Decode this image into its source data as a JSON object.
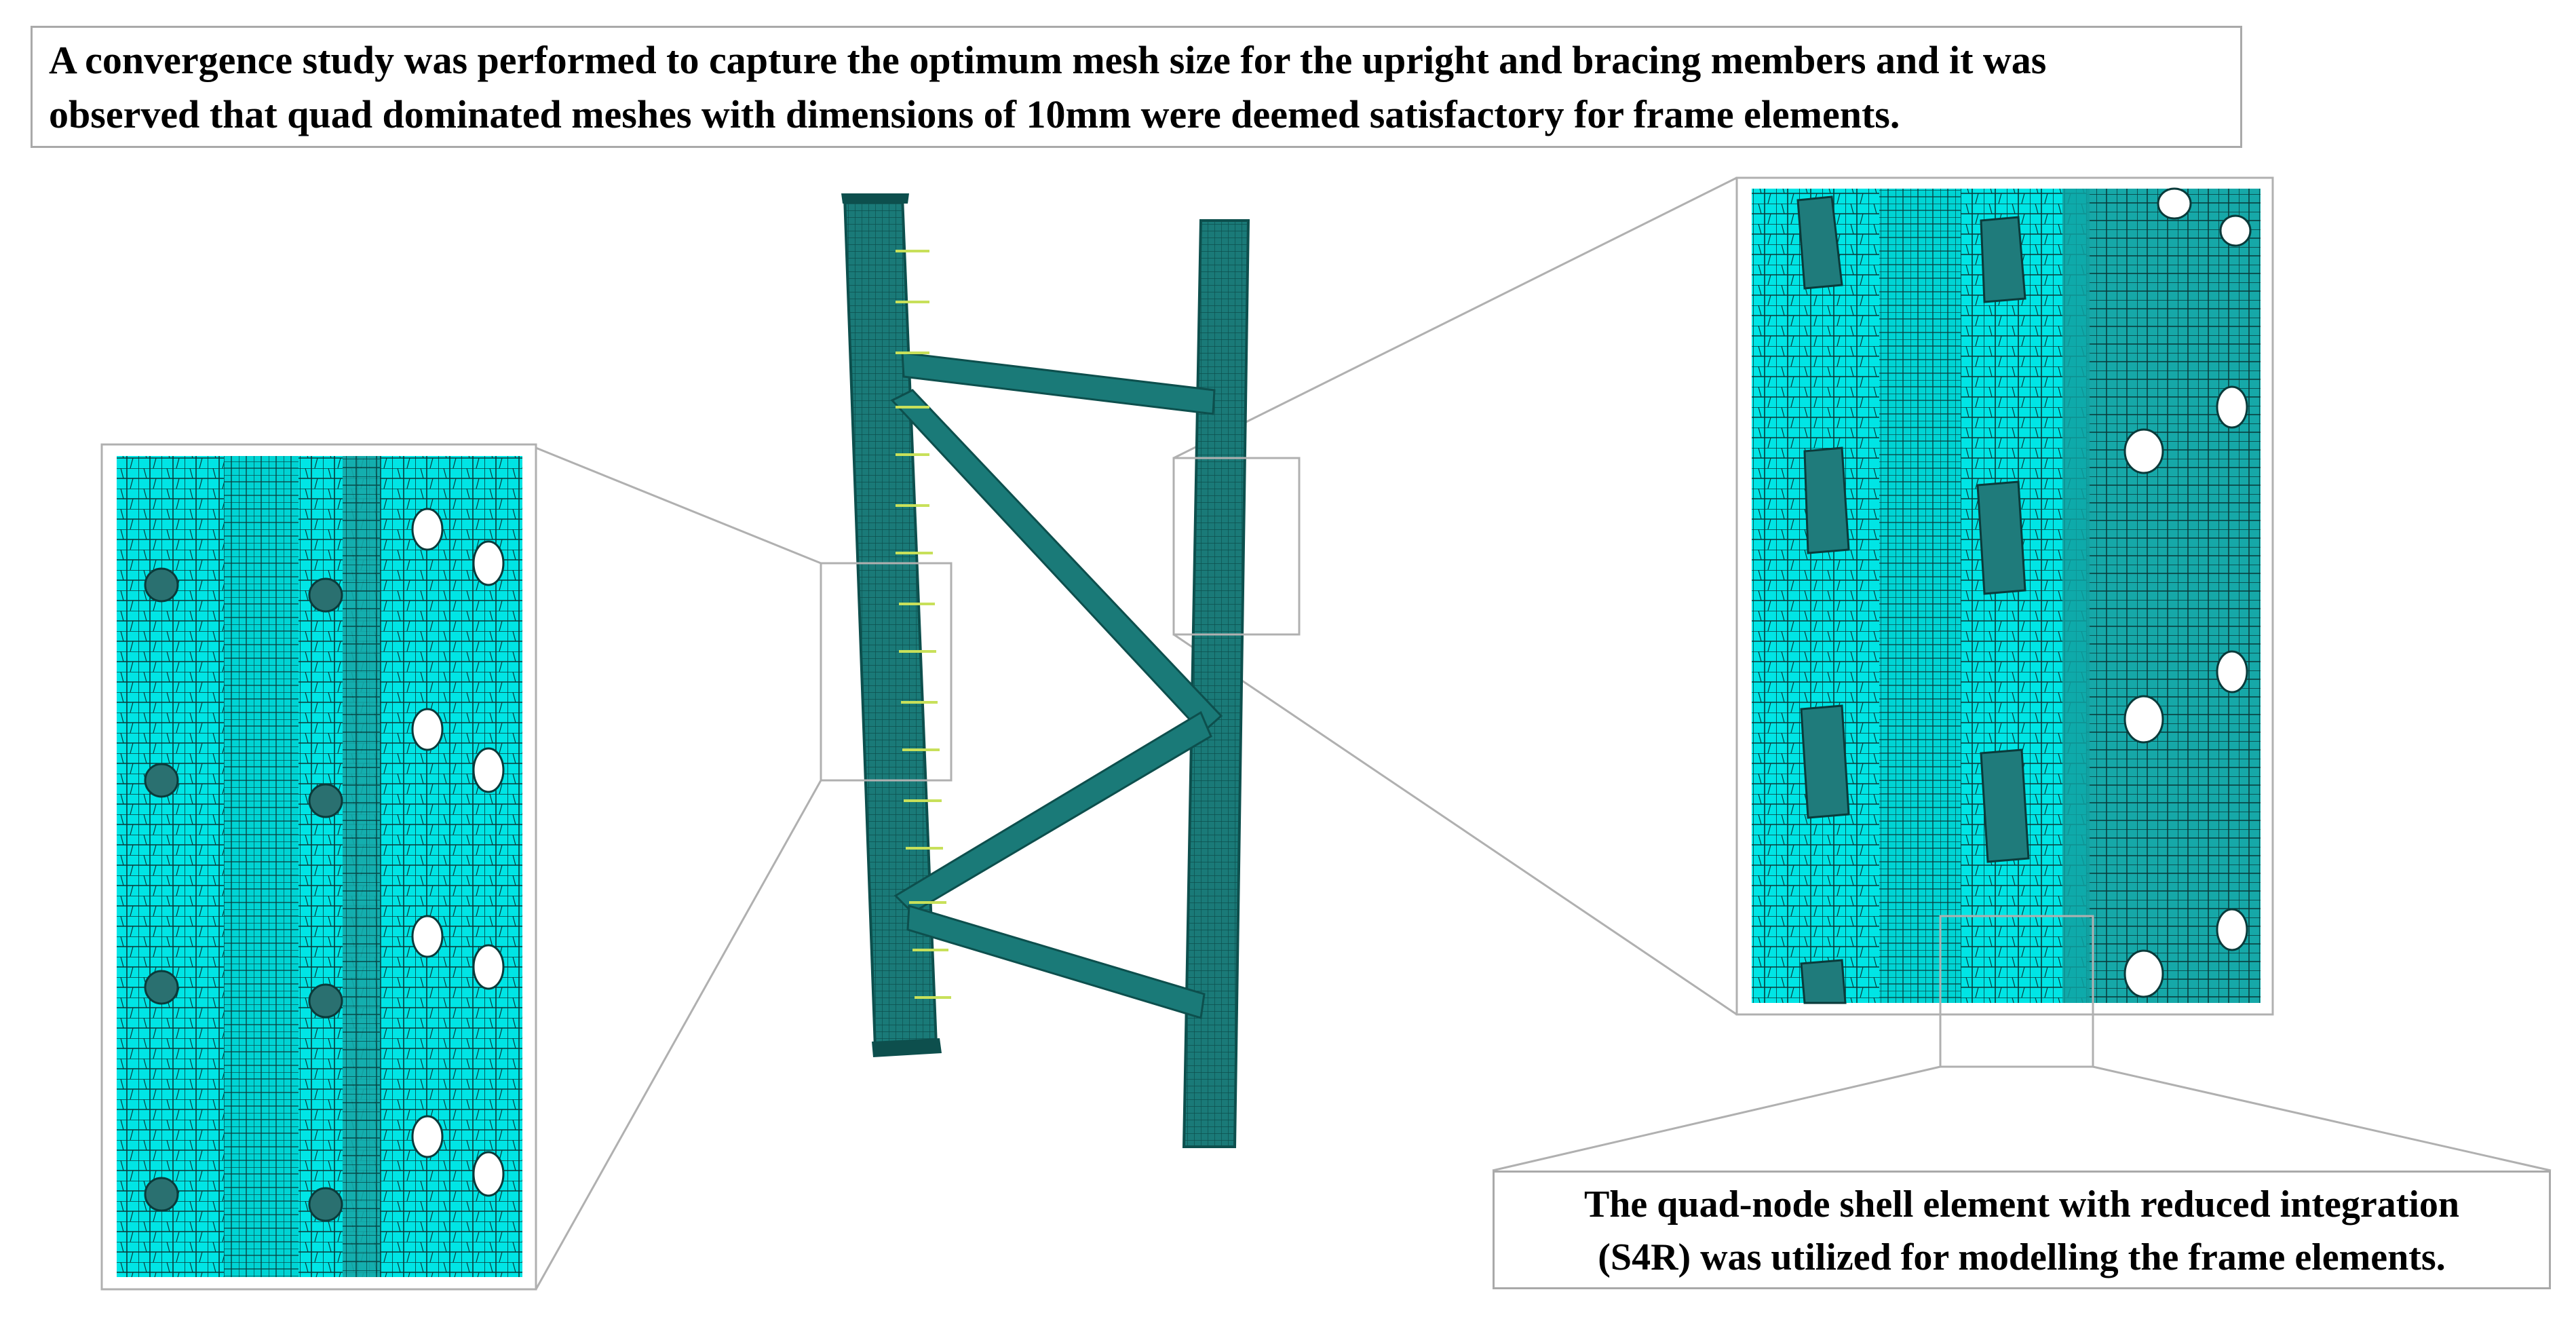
{
  "captions": {
    "top": [
      "A convergence study was performed to capture the optimum mesh size for the upright and bracing members and it was",
      "observed that quad dominated meshes with dimensions of 10mm were deemed satisfactory for frame elements."
    ],
    "bottom": [
      "The quad-node shell element with reduced integration",
      "(S4R) was utilized for modelling the frame elements."
    ]
  },
  "colors": {
    "mesh_fill": "#00e5e5",
    "mesh_line": "#0a3a3a",
    "frame_member": "#1a7a78",
    "frame_dark": "#0d4f4d",
    "load_arrow": "#c8e05a",
    "callout_border": "#b0b0b0"
  }
}
